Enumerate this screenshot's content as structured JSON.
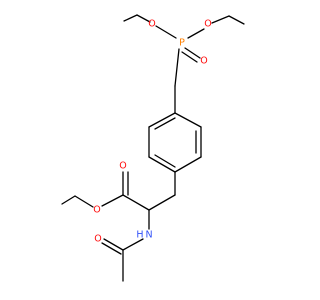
{
  "molecule": {
    "atom_labels": {
      "o_ether_left": "O",
      "p": "P",
      "o_ether_right": "O",
      "o_phosphoryl": "O",
      "o_carbonyl_ester": "O",
      "o_ester": "O",
      "n_amide": "N",
      "h_amide": "H",
      "o_carbonyl_amide": "O"
    },
    "colors": {
      "bond": "#000000",
      "oxygen": "#ff0d0d",
      "phosphorus": "#ff8000",
      "nitrogen": "#3050f8",
      "background": "#ffffff"
    }
  }
}
